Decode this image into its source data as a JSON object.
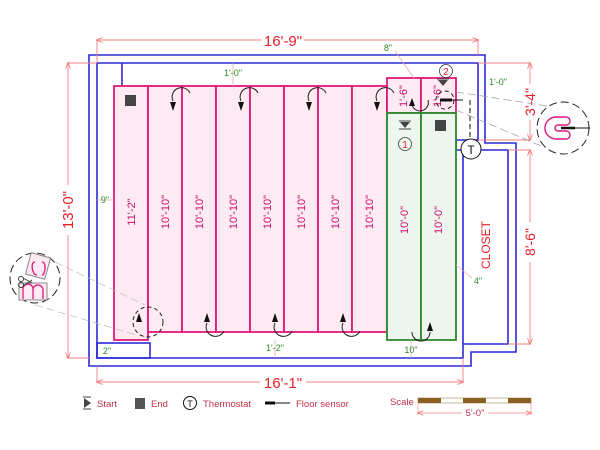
{
  "dimensions": {
    "top_width": "16'-9\"",
    "bottom_width": "16'-1\"",
    "left_height": "13'-0\"",
    "right_upper": "3'-4\"",
    "right_lower": "8'-6\""
  },
  "clearances": {
    "top": "1'-0\"",
    "top_small": "8\"",
    "top_right": "1'-0\"",
    "left": "9\"",
    "bottom_left": "2\"",
    "bottom": "1'-2\"",
    "bottom_right": "10\"",
    "closet_side": "4\""
  },
  "room_label": "CLOSET",
  "mats": {
    "zone1": [
      "11'-2\"",
      "10'-10\"",
      "10'-10\"",
      "10'-10\"",
      "10'-10\"",
      "10'-10\"",
      "10'-10\"",
      "10'-10\""
    ],
    "small": [
      "1'-6\"",
      "1'-6\""
    ],
    "zone2": [
      "10'-0\"",
      "10'-0\""
    ]
  },
  "markers": {
    "circuit1": "1",
    "circuit2": "2",
    "thermostat": "T"
  },
  "legend": {
    "start": "Start",
    "end": "End",
    "thermostat_symbol": "T",
    "thermostat": "Thermostat",
    "floor_sensor": "Floor sensor",
    "scale_label": "Scale",
    "scale_value": "5'-0\""
  },
  "colors": {
    "wall": "#2a2ad8",
    "mat_pink": "#e0187a",
    "mat_green": "#2a8a2a",
    "dimension": "#e8202a"
  }
}
